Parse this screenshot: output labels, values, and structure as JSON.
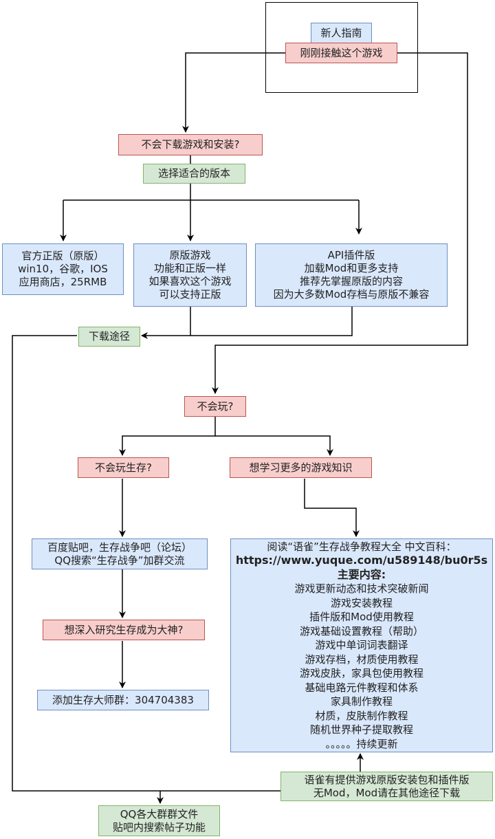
{
  "diagram": {
    "title": "新人指南",
    "nodes": {
      "start": "刚刚接触这个游戏",
      "no_install": "不会下载游戏和安装?",
      "choose_version": "选择适合的版本",
      "official": [
        "官方正版（原版）",
        "win10，谷歌，IOS",
        "应用商店，25RMB"
      ],
      "original": [
        "原版游戏",
        "功能和正版一样",
        "如果喜欢这个游戏",
        "可以支持正版"
      ],
      "api": [
        "API插件版",
        "加载Mod和更多支持",
        "推荐先掌握原版的内容",
        "因为大多数Mod存档与原版不兼容"
      ],
      "download_path": "下载途径",
      "cant_play": "不会玩?",
      "cant_survive": "不会玩生存?",
      "learn_more": "想学习更多的游戏知识",
      "forum": [
        "百度贴吧，生存战争吧（论坛）",
        "QQ搜索“生存战争”加群交流"
      ],
      "deep_study": "想深入研究生存成为大神?",
      "master_group": "添加生存大师群：304704383",
      "yuque": {
        "intro": "阅读“语雀”生存战争教程大全 中文百科：",
        "url": "https://www.yuque.com/u589148/bu0r5s",
        "contents_title": "主要内容:",
        "items": [
          "游戏更新动态和技术突破新闻",
          "游戏安装教程",
          "插件版和Mod使用教程",
          "游戏基础设置教程（帮助）",
          "游戏中单词词表翻译",
          "游戏存档，材质使用教程",
          "游戏皮肤，家具包使用教程",
          "基础电路元件教程和体系",
          "家具制作教程",
          "材质，皮肤制作教程",
          "随机世界种子提取教程",
          "。。。。。持续更新"
        ]
      },
      "yuque_note": [
        "语雀有提供游戏原版安装包和插件版",
        "无Mod，Mod请在其他途径下载"
      ],
      "qq_files": [
        "QQ各大群群文件",
        "贴吧内搜索帖子功能"
      ]
    },
    "colors": {
      "question_fill": "#f8cecc",
      "question_border": "#b85450",
      "action_fill": "#d5e8d4",
      "action_border": "#82b366",
      "info_fill": "#dae8fc",
      "info_border": "#6c8ebf"
    }
  }
}
